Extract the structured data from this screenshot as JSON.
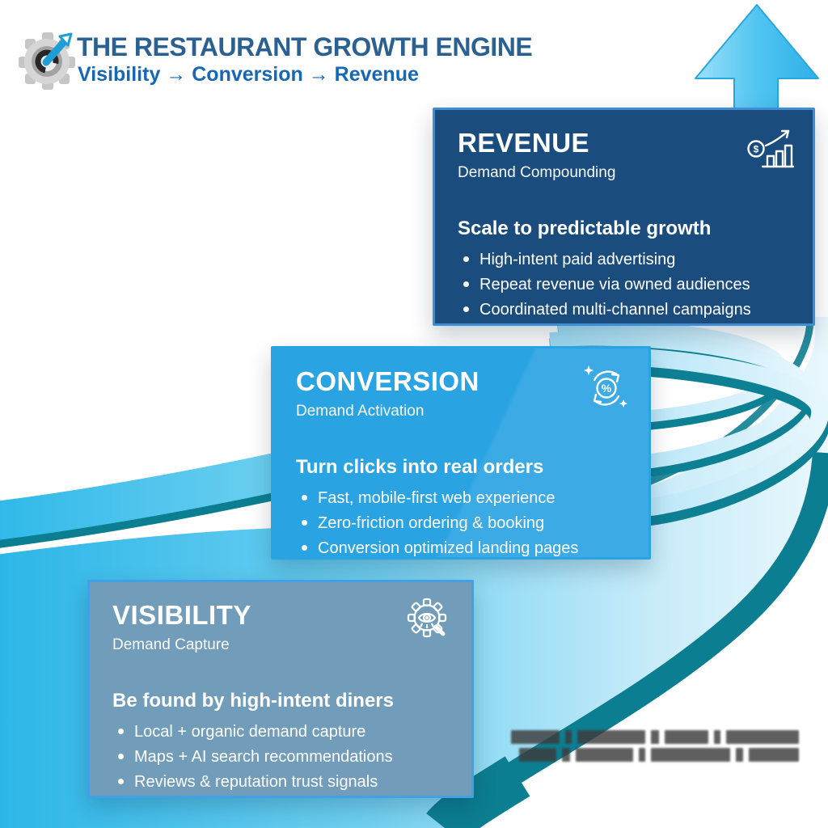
{
  "header": {
    "title": "THE RESTAURANT GROWTH ENGINE",
    "subtitle": "Visibility → Conversion → Revenue"
  },
  "stages": [
    {
      "id": "revenue",
      "title": "REVENUE",
      "subtitle": "Demand Compounding",
      "icon": "revenue-growth-chart-icon",
      "heading": "Scale to predictable growth",
      "bullets": [
        "High-intent paid advertising",
        "Repeat revenue via owned audiences",
        "Coordinated multi-channel campaigns"
      ],
      "bg": "#1a4c7d",
      "border": "#3e8ed6"
    },
    {
      "id": "conversion",
      "title": "CONVERSION",
      "subtitle": "Demand Activation",
      "icon": "conversion-percent-cycle-icon",
      "heading": "Turn clicks into real orders",
      "bullets": [
        "Fast, mobile-first web experience",
        "Zero-friction ordering & booking",
        "Conversion optimized landing pages"
      ],
      "bg": "#2aa3e3",
      "border": "#2aa3e3"
    },
    {
      "id": "visibility",
      "title": "VISIBILITY",
      "subtitle": "Demand Capture",
      "icon": "visibility-eye-gear-icon",
      "heading": "Be found by high-intent diners",
      "bullets": [
        "Local + organic demand capture",
        "Maps + AI search recommendations",
        "Reviews & reputation trust signals"
      ],
      "bg": "#719dbb",
      "border": "#43a0e4"
    }
  ],
  "graphics": {
    "arrow_direction": "up",
    "arrow_color": "#41c0f0",
    "road_cyan": "#29b5e7",
    "road_pale": "#e9f7fd",
    "road_edge_teal": "#0c7e91",
    "title_color": "#2b6191",
    "subtitle_color": "#1667b5"
  },
  "watermark": {
    "redacted": true,
    "rows": 2
  }
}
